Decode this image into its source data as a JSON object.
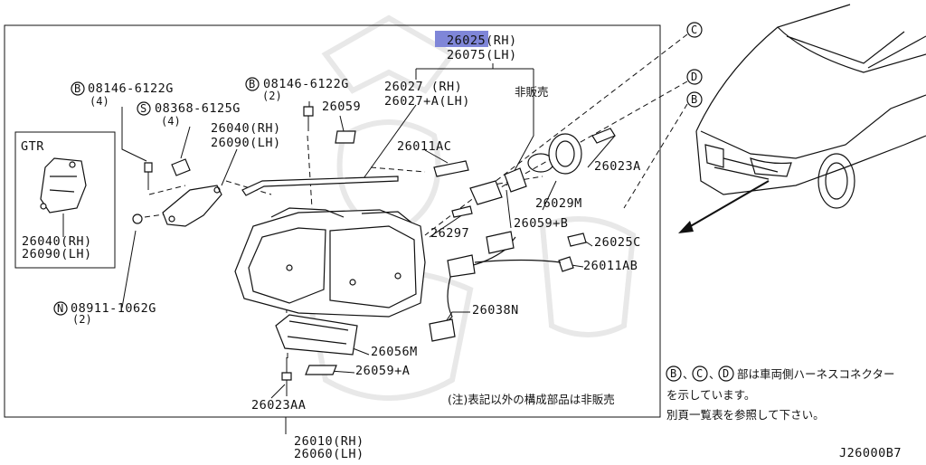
{
  "parts": {
    "p26025": {
      "a": "26025(RH)",
      "b": "26075(LH)"
    },
    "p26027": {
      "a": "26027  (RH)",
      "b": "26027+A(LH)"
    },
    "not_sold": "非販売",
    "bolt_top": {
      "a": "08146-6122G",
      "b": "(2)"
    },
    "bolt_left": {
      "a": "08146-6122G",
      "b": "(4)"
    },
    "screw": {
      "a": "08368-6125G",
      "b": "(4)"
    },
    "p26059": "26059",
    "bracket": {
      "a": "26040(RH)",
      "b": "26090(LH)"
    },
    "p26011ac": "26011AC",
    "p26023a": "26023A",
    "p26029m": "26029M",
    "p26059b": "26059+B",
    "p26297": "26297",
    "p26025c": "26025C",
    "p26011ab": "26011AB",
    "p26038n": "26038N",
    "p26056m": "26056M",
    "p26059a": "26059+A",
    "p26023aa": "26023AA",
    "nut": {
      "a": "08911-1062G",
      "b": "(2)"
    },
    "gtr": {
      "title": "GTR",
      "a": "26040(RH)",
      "b": "26090(LH)"
    },
    "main": {
      "a": "26010(RH)",
      "b": "26060(LH)"
    }
  },
  "circle_letters": {
    "b": "B",
    "s": "S",
    "n": "N",
    "c": "C",
    "d": "D"
  },
  "notes": {
    "footnote": "(注)表記以外の構成部品は非販売",
    "conn_line1": "部は車両側ハーネスコネクター",
    "conn_line2": "を示しています。",
    "conn_line3": "別頁一覧表を参照して下さい。",
    "conn_sep": "、"
  },
  "drawing_code": "J26000B7",
  "colors": {
    "highlight": "#7f86d8"
  }
}
